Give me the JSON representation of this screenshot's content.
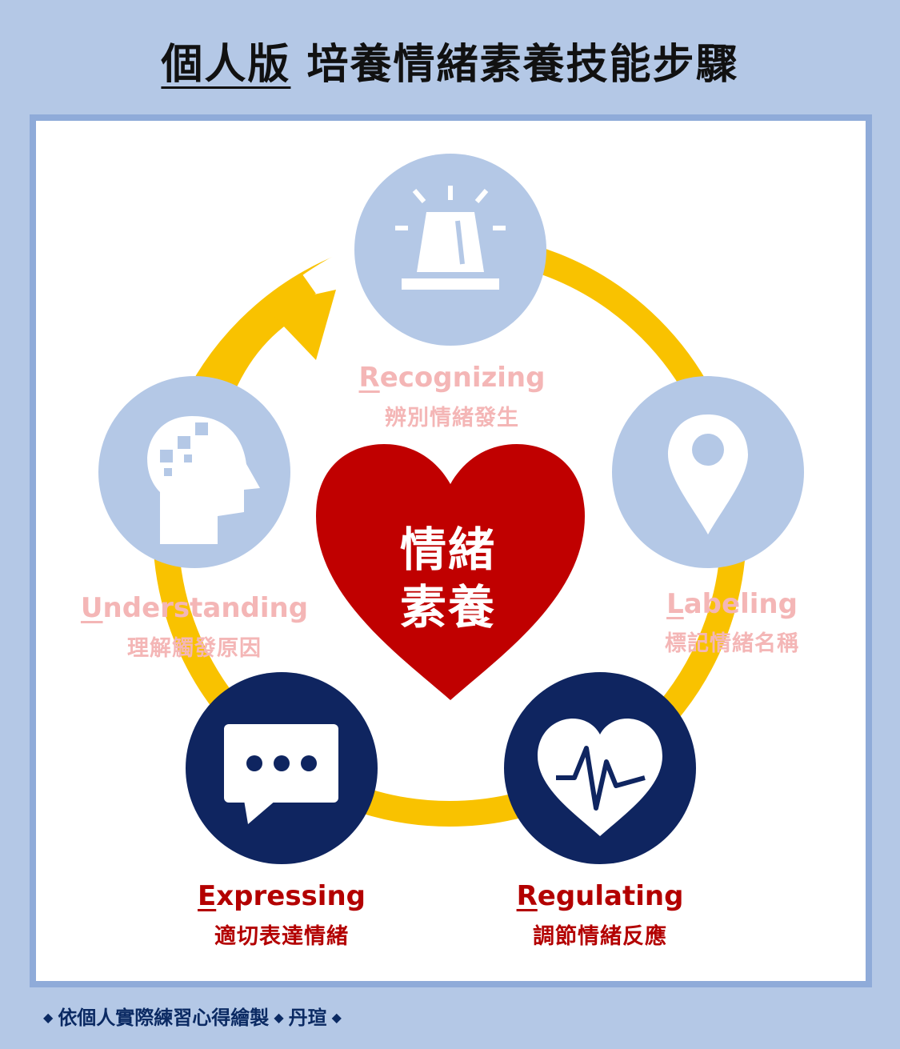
{
  "title": {
    "prefix": "個人版",
    "main": "培養情緒素養技能步驟"
  },
  "heart": {
    "line1": "情緒",
    "line2": "素養"
  },
  "nodes": {
    "recognizing": {
      "first": "R",
      "rest": "ecognizing",
      "sub": "辨別情緒發生",
      "icon": "siren-icon"
    },
    "labeling": {
      "first": "L",
      "rest": "abeling",
      "sub": "標記情緒名稱",
      "icon": "location-pin-icon"
    },
    "regulating": {
      "first": "R",
      "rest": "egulating",
      "sub": "調節情緒反應",
      "icon": "heartbeat-icon"
    },
    "expressing": {
      "first": "E",
      "rest": "xpressing",
      "sub": "適切表達情緒",
      "icon": "chat-bubble-icon"
    },
    "understanding": {
      "first": "U",
      "rest": "nderstanding",
      "sub": "理解觸發原因",
      "icon": "puzzle-head-icon"
    }
  },
  "footer": {
    "text1": "依個人實際練習心得繪製",
    "text2": "丹瑄"
  },
  "colors": {
    "background": "#b4c8e6",
    "panel_border": "#8fabd9",
    "ring": "#f9c200",
    "light_circle": "#b4c8e6",
    "dark_circle": "#0f2560",
    "heart": "#c00000",
    "faded_text": "#f4b6b6",
    "strong_text": "#b30000"
  }
}
